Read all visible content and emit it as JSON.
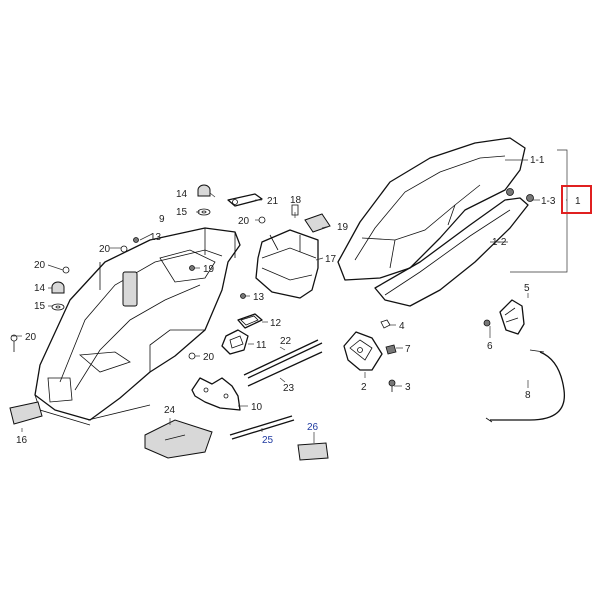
{
  "callouts": {
    "c1": "1",
    "c1_1": "1-1",
    "c1_2": "1-2",
    "c1_3": "1-3",
    "c2": "2",
    "c3": "3",
    "c4": "4",
    "c5": "5",
    "c6": "6",
    "c7": "7",
    "c8": "8",
    "c9": "9",
    "c10": "10",
    "c11": "11",
    "c12": "12",
    "c13a": "13",
    "c13b": "13",
    "c14a": "14",
    "c14b": "14",
    "c15a": "15",
    "c15b": "15",
    "c16": "16",
    "c17": "17",
    "c18": "18",
    "c19a": "19",
    "c19b": "19",
    "c20a": "20",
    "c20b": "20",
    "c20c": "20",
    "c20d": "20",
    "c20e": "20",
    "c21": "21",
    "c22": "22",
    "c23": "23",
    "c24": "24",
    "c25": "25",
    "c26": "26"
  },
  "highlight": {
    "part": "1",
    "color": "#e02020"
  },
  "colors": {
    "line": "#111111",
    "label_blue": "#1f3aa0",
    "highlight": "#e02020"
  }
}
